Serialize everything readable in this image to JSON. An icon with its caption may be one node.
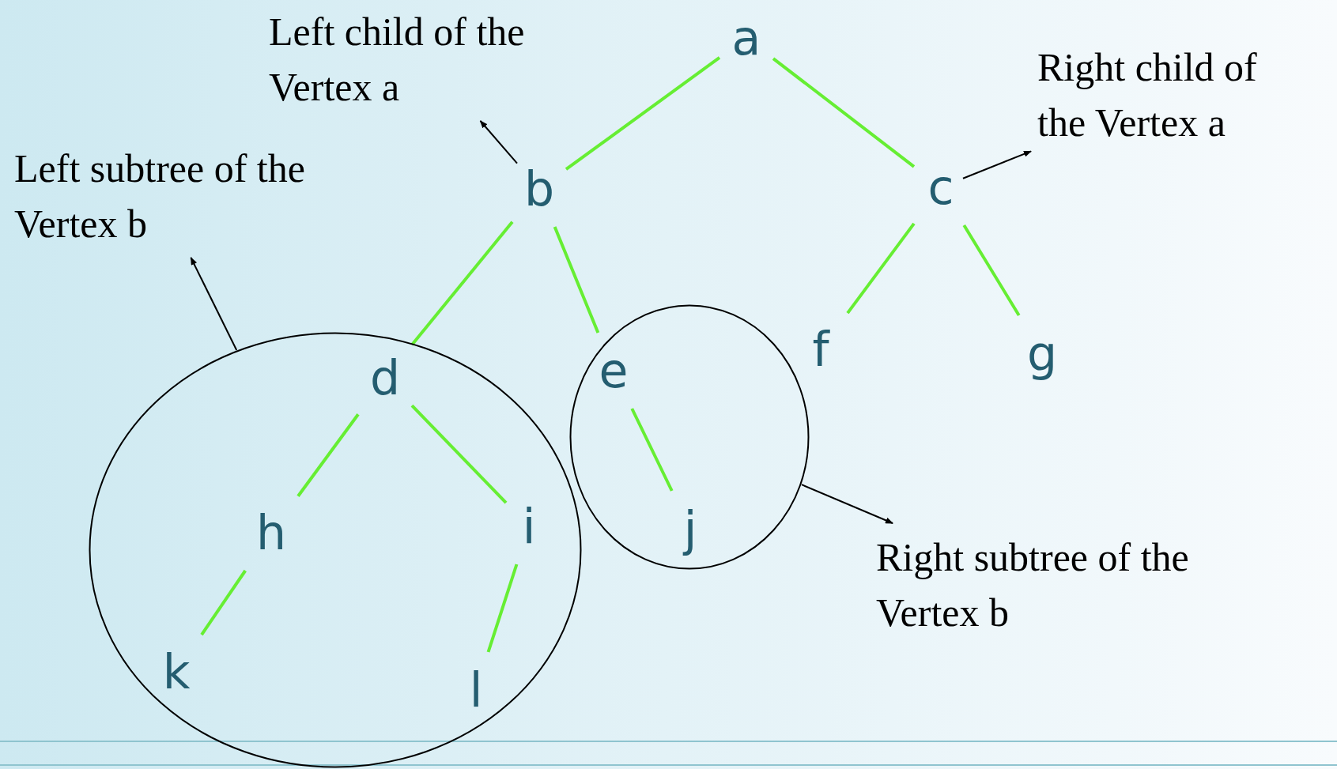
{
  "diagram": {
    "nodes": [
      {
        "text": [
          "Left child of the Vertex a"
        ]
      },
      {
        "text": [
          "a"
        ]
      },
      {
        "text": [
          "Right child of the Vertex a"
        ]
      },
      {
        "text": [
          "Left subtree of the Vertex b"
        ]
      },
      {
        "text": [
          "b"
        ]
      },
      {
        "text": [
          "c"
        ]
      },
      {
        "text": [],
        "shape": "ellipse"
      },
      {
        "text": [
          "d"
        ],
        "in": 6
      },
      {
        "text": [],
        "shape": "ellipse"
      },
      {
        "text": [
          "e"
        ],
        "in": 8
      },
      {
        "text": [
          "f"
        ]
      },
      {
        "text": [
          "g"
        ]
      },
      {
        "text": [
          "h"
        ],
        "in": 6
      },
      {
        "text": [
          "i"
        ],
        "in": 6
      },
      {
        "text": [
          "j"
        ],
        "in": 8
      },
      {
        "text": [
          "k"
        ],
        "in": 6
      },
      {
        "text": [
          "l"
        ],
        "in": 6
      },
      {
        "text": [
          "Right subtree of the Vertex b"
        ]
      }
    ],
    "edges": [
      {
        "from": 1,
        "to": 4,
        "arrow": "none"
      },
      {
        "from": 1,
        "to": 5,
        "arrow": "none"
      },
      {
        "from": 4,
        "to": 7,
        "arrow": "none"
      },
      {
        "from": 4,
        "to": 9,
        "arrow": "none"
      },
      {
        "from": 5,
        "to": 10,
        "arrow": "none"
      },
      {
        "from": 5,
        "to": 11,
        "arrow": "none"
      },
      {
        "from": 7,
        "to": 12,
        "arrow": "none"
      },
      {
        "from": 7,
        "to": 13,
        "arrow": "none"
      },
      {
        "from": 9,
        "to": 14,
        "arrow": "none"
      },
      {
        "from": 12,
        "to": 15,
        "arrow": "none"
      },
      {
        "from": 13,
        "to": 16,
        "arrow": "none"
      },
      {
        "from": 4,
        "to": 0,
        "arrow": "to",
        "color": "#000000"
      },
      {
        "from": 5,
        "to": 2,
        "arrow": "to",
        "color": "#000000"
      },
      {
        "from": 6,
        "to": 3,
        "arrow": "to",
        "color": "#000000"
      },
      {
        "from": 8,
        "to": 17,
        "arrow": "to",
        "color": "#000000"
      }
    ]
  }
}
